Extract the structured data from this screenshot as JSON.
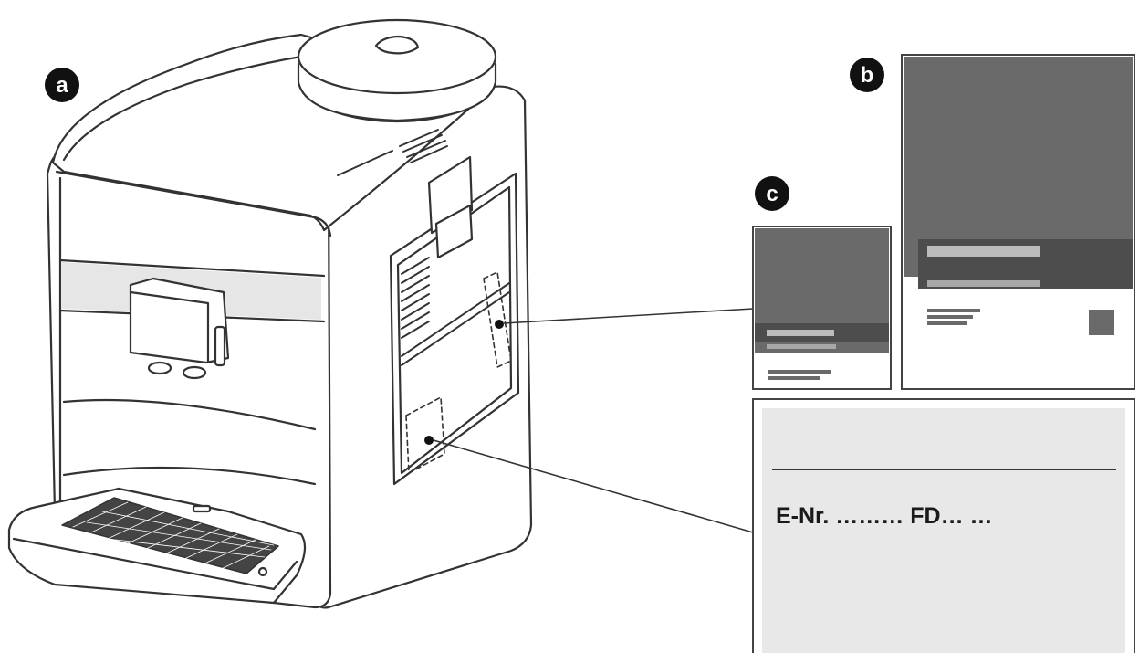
{
  "callouts": {
    "a": "a",
    "b": "b",
    "c": "c"
  },
  "rating_plate": {
    "text": "E-Nr. ……… FD…   …"
  },
  "colors": {
    "line": "#333333",
    "label_dark": "#6a6a6a",
    "label_band": "#4d4d4d",
    "label_light_bar": "#bcbcbc",
    "plate_fill": "#e8e8e8",
    "badge": "#111111"
  },
  "icons": {
    "machine": "coffee-machine-illustration",
    "connector": "leader-line"
  }
}
